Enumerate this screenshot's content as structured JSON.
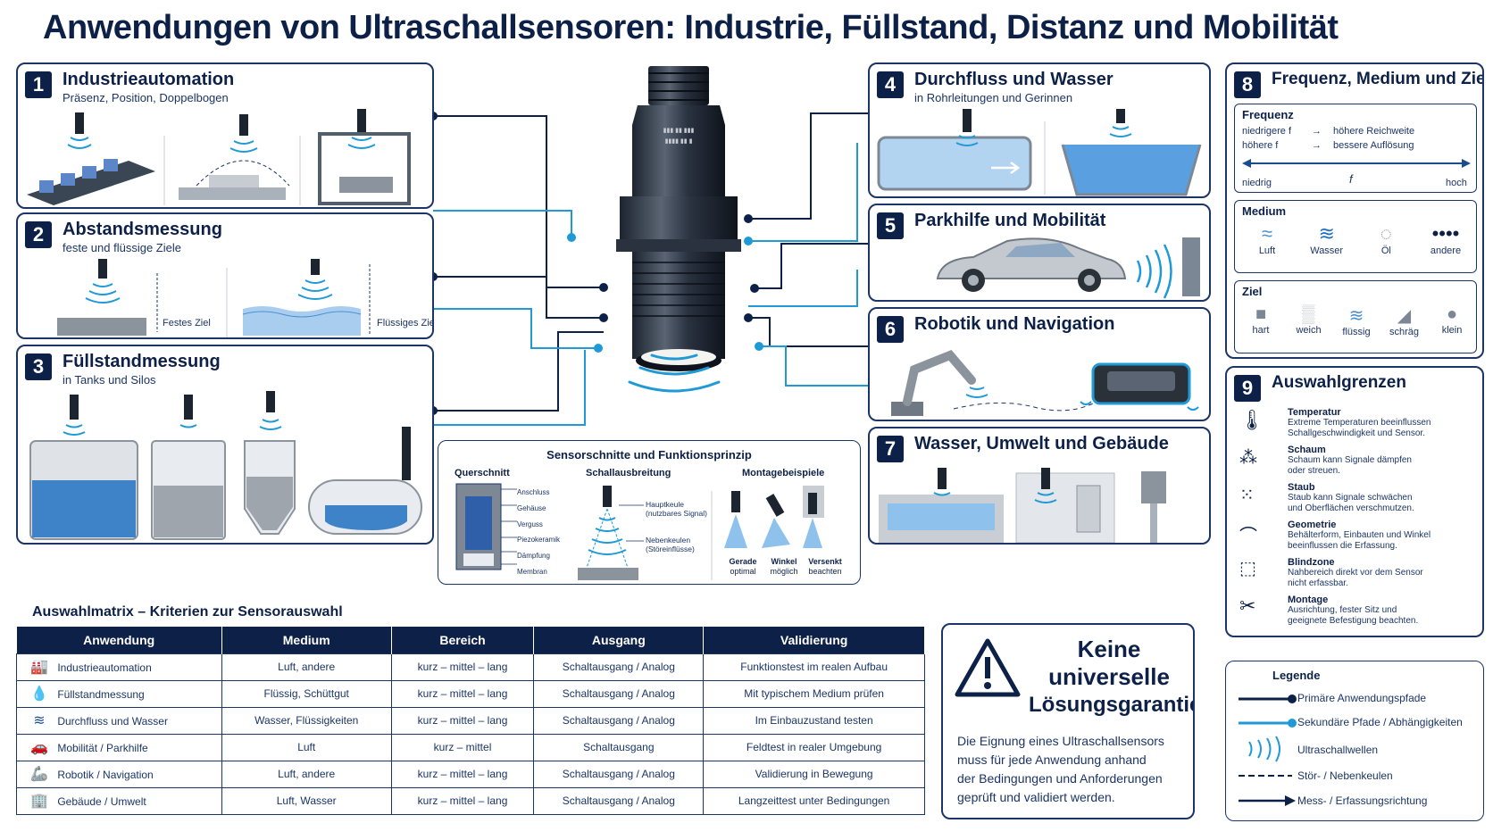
{
  "title": "Anwendungen von Ultraschallsensoren: Industrie, Füllstand, Distanz und Mobilität",
  "panels": {
    "p1": {
      "num": "1",
      "title": "Industrieautomation",
      "sub": "Präsenz, Position, Doppelbogen"
    },
    "p2": {
      "num": "2",
      "title": "Abstandsmessung",
      "sub": "feste und flüssige Ziele",
      "label_solid": "Festes Ziel",
      "label_liquid": "Flüssiges Ziel"
    },
    "p3": {
      "num": "3",
      "title": "Füllstandmessung",
      "sub": "in Tanks und Silos"
    },
    "p4": {
      "num": "4",
      "title": "Durchfluss und Wasser",
      "sub": "in Rohrleitungen und Gerinnen"
    },
    "p5": {
      "num": "5",
      "title": "Parkhilfe und Mobilität"
    },
    "p6": {
      "num": "6",
      "title": "Robotik und Navigation"
    },
    "p7": {
      "num": "7",
      "title": "Wasser, Umwelt und Gebäude"
    }
  },
  "principle": {
    "title": "Sensorschnitte und Funktionsprinzip",
    "cross_title": "Querschnitt",
    "cross_labels": [
      "Anschluss",
      "Gehäuse",
      "Verguss",
      "Piezokeramik",
      "Dämpfung",
      "Membran"
    ],
    "spread_title": "Schallausbreitung",
    "main_lobe": "Hauptkeule",
    "main_lobe_sub": "(nutzbares Signal)",
    "side_lobe": "Nebenkeulen",
    "side_lobe_sub": "(Störeinflüsse)",
    "mount_title": "Montagebeispiele",
    "mounts": [
      {
        "label": "Gerade",
        "sub": "optimal"
      },
      {
        "label": "Winkel",
        "sub": "möglich"
      },
      {
        "label": "Versenkt",
        "sub": "beachten"
      }
    ]
  },
  "panel8": {
    "num": "8",
    "title": "Frequenz, Medium und Ziel",
    "freq_title": "Frequenz",
    "freq_row1_a": "niedrigere f",
    "freq_row1_b": "höhere Reichweite",
    "freq_row2_a": "höhere f",
    "freq_row2_b": "bessere Auflösung",
    "axis_low": "niedrig",
    "axis_mid": "f",
    "axis_high": "hoch",
    "medium_title": "Medium",
    "media": [
      "Luft",
      "Wasser",
      "Öl",
      "andere"
    ],
    "target_title": "Ziel",
    "targets": [
      "hart",
      "weich",
      "flüssig",
      "schräg",
      "klein"
    ]
  },
  "panel9": {
    "num": "9",
    "title": "Auswahlgrenzen",
    "items": [
      {
        "icon": "thermometer-icon",
        "h": "Temperatur",
        "t1": "Extreme Temperaturen beeinflussen",
        "t2": "Schallgeschwindigkeit und Sensor."
      },
      {
        "icon": "foam-icon",
        "h": "Schaum",
        "t1": "Schaum kann Signale dämpfen",
        "t2": "oder streuen."
      },
      {
        "icon": "dust-icon",
        "h": "Staub",
        "t1": "Staub kann Signale schwächen",
        "t2": "und Oberflächen verschmutzen."
      },
      {
        "icon": "geometry-icon",
        "h": "Geometrie",
        "t1": "Behälterform, Einbauten und Winkel",
        "t2": "beeinflussen die Erfassung."
      },
      {
        "icon": "blind-zone-icon",
        "h": "Blindzone",
        "t1": "Nahbereich direkt vor dem Sensor",
        "t2": "nicht erfassbar."
      },
      {
        "icon": "tools-icon",
        "h": "Montage",
        "t1": "Ausrichtung, fester Sitz und",
        "t2": "geeignete Befestigung beachten."
      }
    ]
  },
  "matrix": {
    "title": "Auswahlmatrix – Kriterien zur Sensorauswahl",
    "headers": [
      "Anwendung",
      "Medium",
      "Bereich",
      "Ausgang",
      "Validierung"
    ],
    "rows": [
      {
        "icon": "factory-icon",
        "glyph": "🏭",
        "cells": [
          "Industrieautomation",
          "Luft, andere",
          "kurz – mittel – lang",
          "Schaltausgang / Analog",
          "Funktionstest im realen Aufbau"
        ]
      },
      {
        "icon": "drop-icon",
        "glyph": "💧",
        "cells": [
          "Füllstandmessung",
          "Flüssig, Schüttgut",
          "kurz – mittel – lang",
          "Schaltausgang / Analog",
          "Mit typischem Medium prüfen"
        ]
      },
      {
        "icon": "waves-icon",
        "glyph": "≋",
        "cells": [
          "Durchfluss und Wasser",
          "Wasser, Flüssigkeiten",
          "kurz – mittel – lang",
          "Schaltausgang / Analog",
          "Im Einbauzustand testen"
        ]
      },
      {
        "icon": "car-icon",
        "glyph": "🚗",
        "cells": [
          "Mobilität / Parkhilfe",
          "Luft",
          "kurz – mittel",
          "Schaltausgang",
          "Feldtest in realer Umgebung"
        ]
      },
      {
        "icon": "robot-arm-icon",
        "glyph": "🦾",
        "cells": [
          "Robotik / Navigation",
          "Luft, andere",
          "kurz – mittel – lang",
          "Schaltausgang / Analog",
          "Validierung in Bewegung"
        ]
      },
      {
        "icon": "building-icon",
        "glyph": "🏢",
        "cells": [
          "Gebäude / Umwelt",
          "Luft, Wasser",
          "kurz – mittel – lang",
          "Schaltausgang / Analog",
          "Langzeittest unter Bedingungen"
        ]
      }
    ]
  },
  "warning": {
    "line1": "Keine",
    "line2": "universelle",
    "line3": "Lösungsgarantie",
    "body1": "Die Eignung eines Ultraschallsensors",
    "body2": "muss für jede Anwendung anhand",
    "body3": "der Bedingungen und Anforderungen",
    "body4": "geprüft und validiert werden."
  },
  "legend": {
    "title": "Legende",
    "items": [
      "Primäre Anwendungspfade",
      "Sekundäre Pfade / Abhängigkeiten",
      "Ultraschallwellen",
      "Stör- / Nebenkeulen",
      "Mess- / Erfassungsrichtung"
    ]
  },
  "colors": {
    "navy": "#0d2148",
    "accent": "#1f9ad6",
    "water": "#4a8fd0",
    "steel": "#9aa4b1"
  }
}
